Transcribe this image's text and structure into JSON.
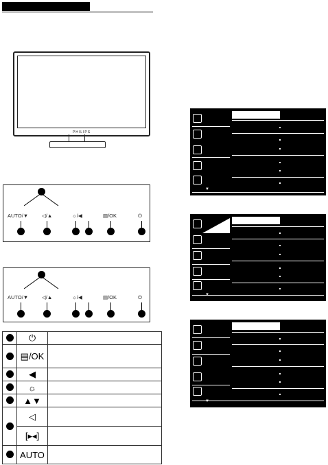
{
  "monitor": {
    "brand_mark": "PHILIPS"
  },
  "panel_a": {
    "labels": [
      "AUTO/▼",
      "◁/▲",
      "☼/◀",
      "▤/OK",
      "⏻"
    ]
  },
  "panel_b": {
    "labels": [
      "AUTO/▼",
      "◁/▲",
      "☼/◀",
      "▤/OK",
      "⏻"
    ]
  },
  "table": {
    "rows": [
      {
        "symbol": "⏻"
      },
      {
        "symbol": "▤/OK"
      },
      {
        "symbol": "◀"
      },
      {
        "symbol": "☼"
      },
      {
        "symbol": "▲▼"
      },
      {
        "symbol": "◁"
      },
      {
        "symbol": "[▸◂]"
      },
      {
        "symbol": "AUTO"
      }
    ]
  }
}
